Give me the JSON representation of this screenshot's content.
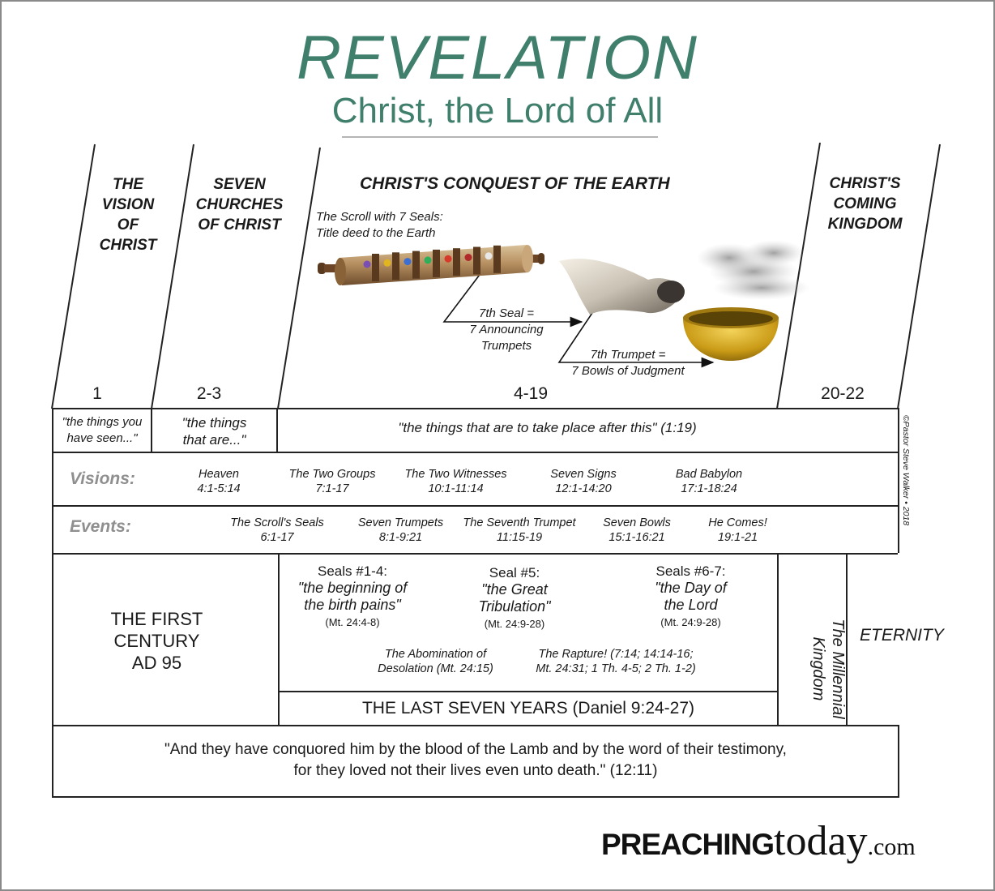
{
  "title": "REVELATION",
  "subtitle": "Christ, the Lord of All",
  "sections": [
    {
      "heading_lines": [
        "THE",
        "VISION",
        "OF",
        "CHRIST"
      ],
      "chapters": "1",
      "quote_lines": [
        "\"the things you",
        "have seen...\""
      ]
    },
    {
      "heading_lines": [
        "SEVEN",
        "CHURCHES",
        "OF CHRIST"
      ],
      "chapters": "2-3",
      "quote_lines": [
        "\"the things",
        "that are...\""
      ]
    },
    {
      "heading_lines": [
        "CHRIST'S CONQUEST OF THE EARTH"
      ],
      "chapters": "4-19",
      "quote_lines": [
        "\"the things that are to take place after this\" (1:19)"
      ]
    },
    {
      "heading_lines": [
        "CHRIST'S",
        "COMING",
        "KINGDOM"
      ],
      "chapters": "20-22"
    }
  ],
  "scroll_caption_lines": [
    "The Scroll with 7 Seals:",
    "Title deed to the Earth"
  ],
  "seal_note_lines": [
    "7th Seal =",
    "7 Announcing",
    "Trumpets"
  ],
  "trumpet_note_lines": [
    "7th Trumpet =",
    "7 Bowls of Judgment"
  ],
  "scroll_seal_colors": [
    "#7a4fb5",
    "#e0b520",
    "#3c6fd1",
    "#2fae5c",
    "#d63a2a",
    "#b02a2a",
    "#e8e8e8"
  ],
  "visions": {
    "label": "Visions:",
    "items": [
      {
        "name": "Heaven",
        "ref": "4:1-5:14"
      },
      {
        "name": "The Two Groups",
        "ref": "7:1-17"
      },
      {
        "name": "The Two Witnesses",
        "ref": "10:1-11:14"
      },
      {
        "name": "Seven Signs",
        "ref": "12:1-14:20"
      },
      {
        "name": "Bad Babylon",
        "ref": "17:1-18:24"
      }
    ]
  },
  "events": {
    "label": "Events:",
    "items": [
      {
        "name": "The Scroll's Seals",
        "ref": "6:1-17"
      },
      {
        "name": "Seven Trumpets",
        "ref": "8:1-9:21"
      },
      {
        "name": "The Seventh Trumpet",
        "ref": "11:15-19"
      },
      {
        "name": "Seven Bowls",
        "ref": "15:1-16:21"
      },
      {
        "name": "He Comes!",
        "ref": "19:1-21"
      }
    ]
  },
  "first_century_lines": [
    "THE FIRST",
    "CENTURY",
    "AD 95"
  ],
  "seals": [
    {
      "title": "Seals #1-4:",
      "quote_lines": [
        "\"the beginning of",
        "the birth pains\""
      ],
      "ref": "(Mt. 24:4-8)"
    },
    {
      "title": "Seal #5:",
      "quote_lines": [
        "\"the Great",
        "Tribulation\""
      ],
      "ref": "(Mt. 24:9-28)"
    },
    {
      "title": "Seals #6-7:",
      "quote_lines": [
        "\"the Day of",
        "the Lord"
      ],
      "ref": "(Mt. 24:9-28)"
    }
  ],
  "abomination_lines": [
    "The Abomination of",
    "Desolation (Mt. 24:15)"
  ],
  "rapture_lines": [
    "The Rapture! (7:14; 14:14-16;",
    "Mt. 24:31; 1 Th. 4-5; 2 Th. 1-2)"
  ],
  "last_seven_years": "THE LAST SEVEN YEARS (Daniel 9:24-27)",
  "millennial_lines": [
    "The Millennial",
    "Kingdom"
  ],
  "eternity": "ETERNITY",
  "closing_quote_lines": [
    "\"And they have conquored him by the blood of the Lamb and by the word of their testimony,",
    "for they loved not their lives even unto death.\" (12:11)"
  ],
  "copyright": "©Pastor Steve Walker • 2018",
  "logo": {
    "bold": "PREACHING",
    "serif": "today",
    "suffix": ".com"
  }
}
